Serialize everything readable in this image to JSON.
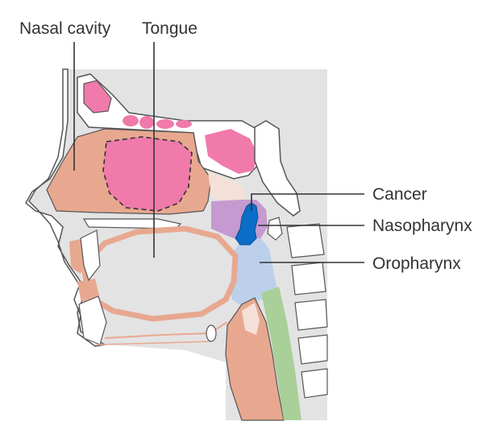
{
  "labels": {
    "nasal_cavity": "Nasal cavity",
    "tongue": "Tongue",
    "cancer": "Cancer",
    "nasopharynx": "Nasopharynx",
    "oropharynx": "Oropharynx"
  },
  "colors": {
    "background_panel": "#e3e3e3",
    "tissue": "#e8a890",
    "sinus_pink": "#f07aaa",
    "cancer": "#0a6ec8",
    "nasopharynx": "#c49ad0",
    "oropharynx": "#bcd0ec",
    "esophagus_green": "#a8d098",
    "bone_white": "#ffffff",
    "outline": "#555555",
    "label_text": "#333333"
  }
}
